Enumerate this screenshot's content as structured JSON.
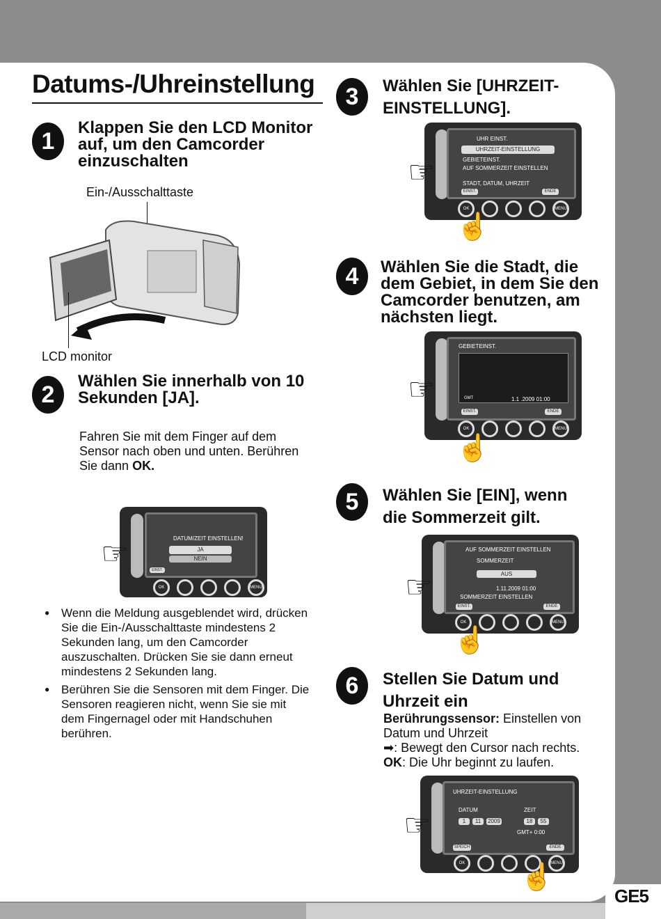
{
  "title": "Datums-/Uhreinstellung",
  "page_tag": "GE5",
  "step1": {
    "num": "1",
    "heading": "Klappen Sie den LCD Monitor auf, um den Camcorder einzuschalten",
    "label_power": "Ein-/Ausschalttaste",
    "label_lcd": "LCD monitor"
  },
  "step2": {
    "num": "2",
    "heading": "Wählen Sie innerhalb von 10 Sekunden [JA].",
    "text": "Fahren Sie mit dem Finger auf dem Sensor nach oben und unten. Berühren Sie dann",
    "ok": "OK.",
    "screen": {
      "title": "DATUM/ZEIT EINSTELLEN!",
      "yes": "JA",
      "no": "NEIN",
      "set": "EINST."
    }
  },
  "notes": [
    "Wenn die Meldung ausgeblendet wird, drücken Sie die Ein-/Ausschalttaste mindestens 2 Sekunden lang, um den Camcorder auszuschalten. Drücken Sie sie dann erneut mindestens 2 Sekunden lang.",
    "Berühren Sie die Sensoren mit dem Finger. Die Sensoren reagieren nicht, wenn Sie sie mit dem Fingernagel oder mit Handschuhen berühren."
  ],
  "step3": {
    "num": "3",
    "heading": "Wählen Sie [UHRZEIT-EINSTELLUNG].",
    "screen": {
      "title": "UHR EINST.",
      "item1": "UHRZEIT-EINSTELLUNG",
      "item2": "GEBIETEINST.",
      "item3": "AUF SOMMERZEIT EINSTELLEN",
      "hint": "STADT, DATUM, UHRZEIT",
      "set": "EINST.",
      "end": "ENDE"
    }
  },
  "step4": {
    "num": "4",
    "heading": "Wählen Sie die Stadt, die dem Gebiet, in dem Sie den Camcorder benutzen, am nächsten liegt.",
    "screen": {
      "title": "GEBIETEINST.",
      "gmt": "GMT",
      "datetime": "1.1 .2009  01:00",
      "set": "EINST.",
      "end": "ENDE"
    }
  },
  "step5": {
    "num": "5",
    "heading": "Wählen Sie [EIN], wenn die Sommerzeit gilt.",
    "screen": {
      "title": "AUF SOMMERZEIT EINSTELLEN",
      "label": "SOMMERZEIT",
      "value": "AUS",
      "datetime": "1.11.2009 01:00",
      "footer": "SOMMERZEIT EINSTELLEN",
      "set": "EINST.",
      "end": "ENDE"
    }
  },
  "step6": {
    "num": "6",
    "heading": "Stellen Sie Datum und Uhrzeit ein",
    "sensor_label": "Berührungssensor:",
    "sensor_text": " Einstellen von Datum und Uhrzeit",
    "arrow_text": ": Bewegt den Cursor nach rechts.",
    "ok_label": "OK",
    "ok_text": ": Die Uhr beginnt zu laufen.",
    "screen": {
      "title": "UHRZEIT-EINSTELLUNG",
      "date_label": "DATUM",
      "time_label": "ZEIT",
      "d": "1",
      "m": "11",
      "y": "2009",
      "h": "18",
      "min": "55",
      "gmt": "GMT+   0:00",
      "save": "SPEICH",
      "end": "ENDE"
    }
  },
  "buttons": {
    "ok": "OK",
    "menu": "MENU"
  }
}
